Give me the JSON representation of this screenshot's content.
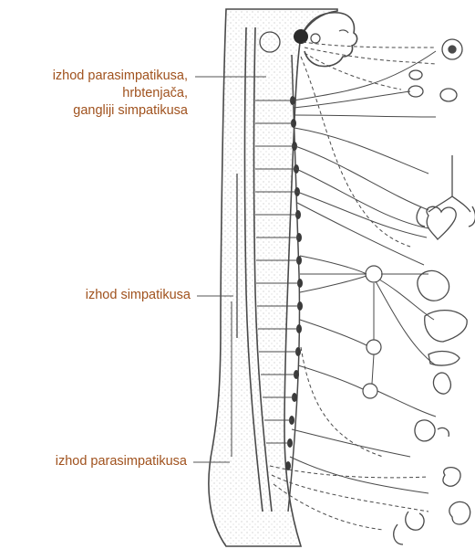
{
  "labels": {
    "parasympathetic_top_1": "izhod parasimpatikusa,",
    "parasympathetic_top_2": "hrbtenjača,",
    "parasympathetic_top_3": "gangliji simpatikusa",
    "sympathetic": "izhod simpatikusa",
    "parasympathetic_bottom": "izhod parasimpatikusa"
  },
  "colors": {
    "label_text": "#a0521e",
    "leader_line": "#555555",
    "ink": "#4a4a4a",
    "body_shading": "#d8d6d0"
  }
}
